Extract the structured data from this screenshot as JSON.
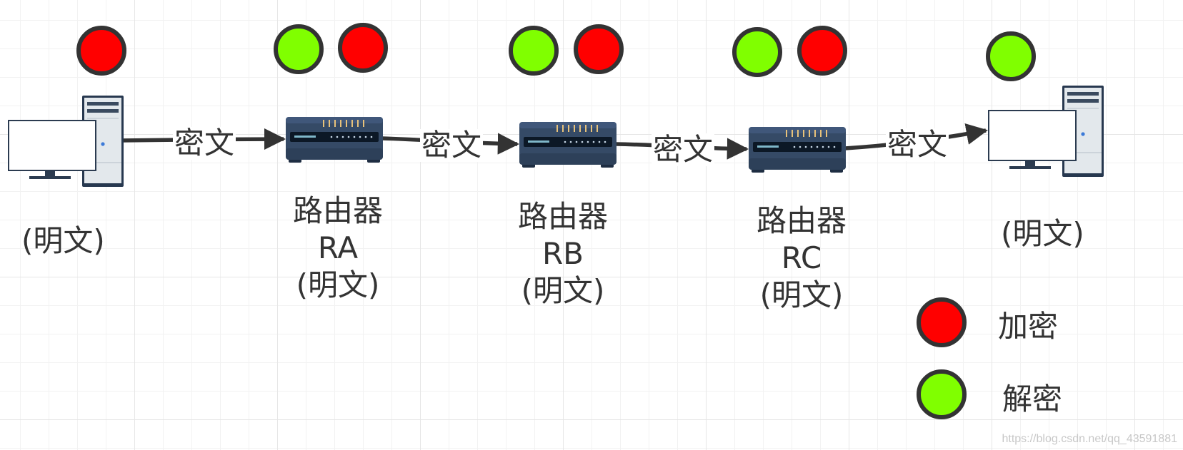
{
  "edge_label": "密文",
  "endpoint_label": "(明文)",
  "routers": [
    {
      "name": "路由器",
      "id": "RA",
      "state": "(明文)"
    },
    {
      "name": "路由器",
      "id": "RB",
      "state": "(明文)"
    },
    {
      "name": "路由器",
      "id": "RC",
      "state": "(明文)"
    }
  ],
  "legend": {
    "encrypt": "加密",
    "decrypt": "解密"
  },
  "colors": {
    "encrypt": "#ff0000",
    "decrypt": "#80ff00",
    "outline": "#333333",
    "edge": "#333333"
  },
  "icons": {
    "sender": "desktop-computer-icon",
    "receiver": "desktop-computer-icon",
    "router": "router-icon"
  },
  "watermark": "https://blog.csdn.net/qq_43591881"
}
